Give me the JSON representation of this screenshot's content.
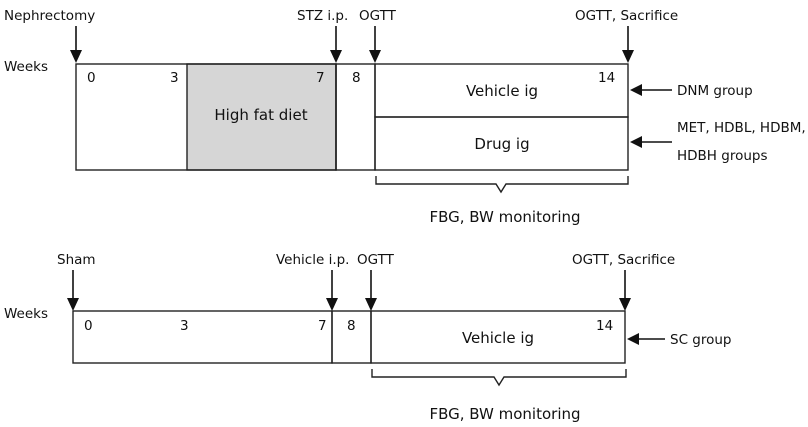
{
  "diagram": {
    "fill_color": "#d6d6d6",
    "top": {
      "events": {
        "nephrectomy": "Nephrectomy",
        "stz": "STZ i.p.",
        "ogtt": "OGTT",
        "ogtt_sacrifice": "OGTT, Sacrifice"
      },
      "weeks_label": "Weeks",
      "ticks": {
        "w0": "0",
        "w3": "3",
        "w7": "7",
        "w8": "8",
        "w14": "14"
      },
      "phase": "High fat diet",
      "vehicle": "Vehicle ig",
      "drug": "Drug ig",
      "groups": {
        "dnm": "DNM group",
        "treated_line1": "MET, HDBL, HDBM,",
        "treated_line2": "HDBH groups"
      },
      "monitoring": "FBG, BW monitoring"
    },
    "bottom": {
      "events": {
        "sham": "Sham",
        "vehicle_ip": "Vehicle i.p.",
        "ogtt": "OGTT",
        "ogtt_sacrifice": "OGTT, Sacrifice"
      },
      "weeks_label": "Weeks",
      "ticks": {
        "w0": "0",
        "w3": "3",
        "w7": "7",
        "w8": "8",
        "w14": "14"
      },
      "vehicle": "Vehicle ig",
      "groups": {
        "sc": "SC group"
      },
      "monitoring": "FBG, BW monitoring"
    }
  }
}
